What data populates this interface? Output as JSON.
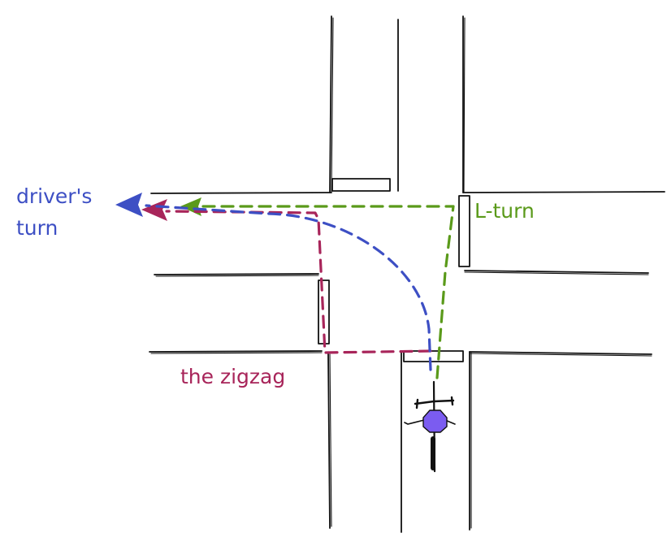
{
  "labels": {
    "drivers_turn_line1": "driver's",
    "drivers_turn_line2": "turn",
    "l_turn": "L-turn",
    "zigzag": "the zigzag"
  },
  "colors": {
    "drivers_turn": "#3d4fc4",
    "l_turn": "#5a9a1a",
    "zigzag": "#a8255a",
    "cyclist": "#7b5cf0",
    "ink": "#111111"
  }
}
